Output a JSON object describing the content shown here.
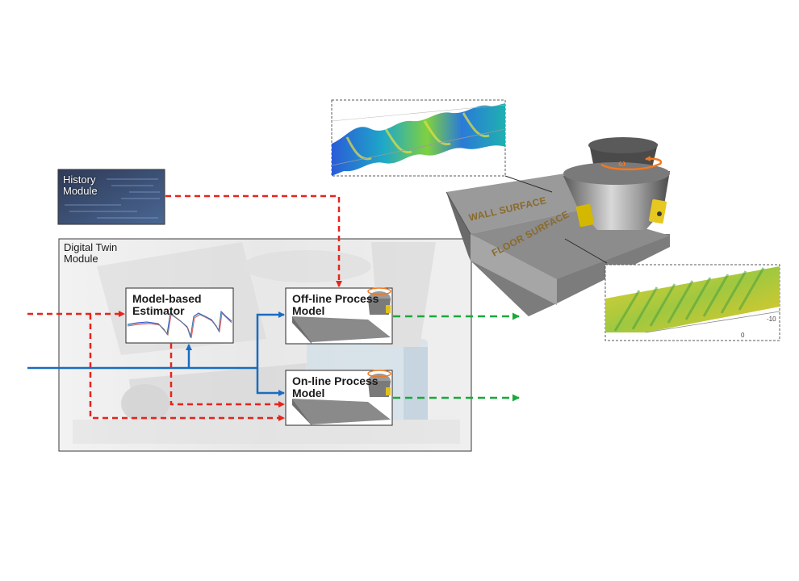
{
  "labels": {
    "history": "History Module",
    "digital_twin": "Digital Twin Module",
    "estimator": "Model-based Estimator",
    "offline": "Off-line Process Model",
    "online": "On-line Process Model",
    "wall_surface": "WALL SURFACE",
    "floor_surface": "FLOOR SURFACE",
    "omega": "ω",
    "tick_zero": "0",
    "tick_neg10": "-10"
  },
  "colors": {
    "red_dashed": "#e8231a",
    "blue_solid": "#1a6cc0",
    "green_dashed": "#1aa83c",
    "orange_accent": "#f07820",
    "surface_text": "#8a6a2a"
  },
  "icons": {
    "cutter": "milling-cutter-icon",
    "rotation": "rotation-arrow-icon"
  }
}
